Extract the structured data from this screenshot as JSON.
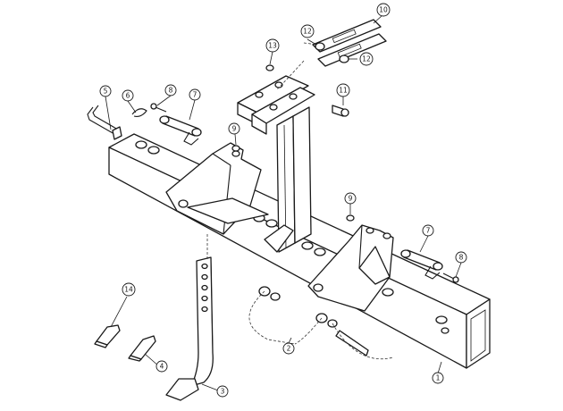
{
  "diagram": {
    "callouts": [
      {
        "id": "c1",
        "label": "1"
      },
      {
        "id": "c2",
        "label": "2"
      },
      {
        "id": "c3",
        "label": "3"
      },
      {
        "id": "c4",
        "label": "4"
      },
      {
        "id": "c5",
        "label": "5"
      },
      {
        "id": "c6",
        "label": "6"
      },
      {
        "id": "c7a",
        "label": "7"
      },
      {
        "id": "c7b",
        "label": "7"
      },
      {
        "id": "c8a",
        "label": "8"
      },
      {
        "id": "c8b",
        "label": "8"
      },
      {
        "id": "c9a",
        "label": "9"
      },
      {
        "id": "c9b",
        "label": "9"
      },
      {
        "id": "c10",
        "label": "10"
      },
      {
        "id": "c11",
        "label": "11"
      },
      {
        "id": "c12a",
        "label": "12"
      },
      {
        "id": "c12b",
        "label": "12"
      },
      {
        "id": "c13",
        "label": "13"
      },
      {
        "id": "c14",
        "label": "14"
      }
    ]
  }
}
